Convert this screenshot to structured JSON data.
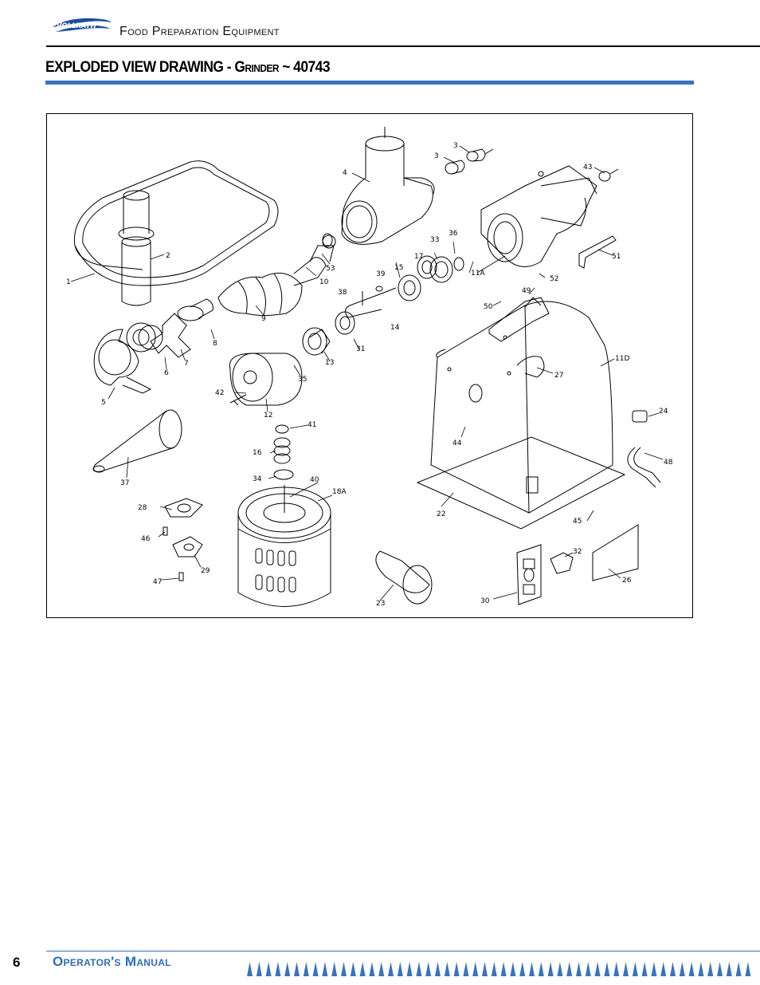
{
  "header": {
    "logo_text": "VOLLRATH",
    "title": "Food Preparation Equipment"
  },
  "section": {
    "title_main": "EXPLODED VIEW DRAWING - ",
    "title_sc": "Grinder",
    "title_tail": " ~ 40743"
  },
  "parts": [
    "1",
    "2",
    "3",
    "3",
    "4",
    "43",
    "5",
    "6",
    "7",
    "8",
    "9",
    "10",
    "53",
    "39",
    "38",
    "15",
    "14",
    "17",
    "33",
    "36",
    "11A",
    "51",
    "52",
    "49",
    "50",
    "31",
    "13",
    "35",
    "12",
    "42",
    "11D",
    "27",
    "41",
    "16",
    "34",
    "40",
    "18A",
    "37",
    "44",
    "24",
    "48",
    "22",
    "45",
    "28",
    "46",
    "29",
    "47",
    "23",
    "30",
    "32",
    "26"
  ],
  "footer": {
    "page_number": "6",
    "title": "Operator's Manual"
  },
  "colors": {
    "accent": "#3a73ba"
  }
}
